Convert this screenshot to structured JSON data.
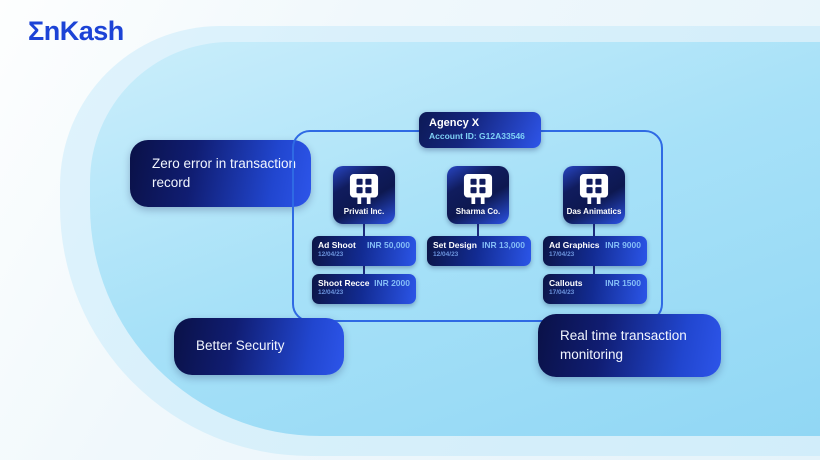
{
  "brand": {
    "name": "EnKash",
    "mark": "Ʃ",
    "rest": "nKash",
    "color": "#1c43d6"
  },
  "org": {
    "title": "Agency X",
    "account_id": "Account ID: G12A33546"
  },
  "benefits": [
    {
      "label": "Zero error in transaction record"
    },
    {
      "label": "Better Security"
    },
    {
      "label": "Real time transaction monitoring"
    }
  ],
  "companies": [
    {
      "name": "Privati Inc.",
      "transactions": [
        {
          "title": "Ad Shoot",
          "date": "12/04/23",
          "amount": "INR 50,000"
        },
        {
          "title": "Shoot Recce",
          "date": "12/04/23",
          "amount": "INR 2000"
        }
      ]
    },
    {
      "name": "Sharma Co.",
      "transactions": [
        {
          "title": "Set Design",
          "date": "12/04/23",
          "amount": "INR 13,000"
        }
      ]
    },
    {
      "name": "Das Animatics",
      "transactions": [
        {
          "title": "Ad Graphics",
          "date": "17/04/23",
          "amount": "INR 9000"
        },
        {
          "title": "Callouts",
          "date": "17/04/23",
          "amount": "INR 1500"
        }
      ]
    }
  ],
  "colors": {
    "brand_blue": "#1c43d6",
    "navy": "#0c1547",
    "vivid_blue": "#2d55ea",
    "light_blue_background": "#a7e1f8",
    "amount_text": "#84bdf6",
    "frame_border": "#2f6ae4",
    "account_id_text": "#7fd2f6"
  }
}
